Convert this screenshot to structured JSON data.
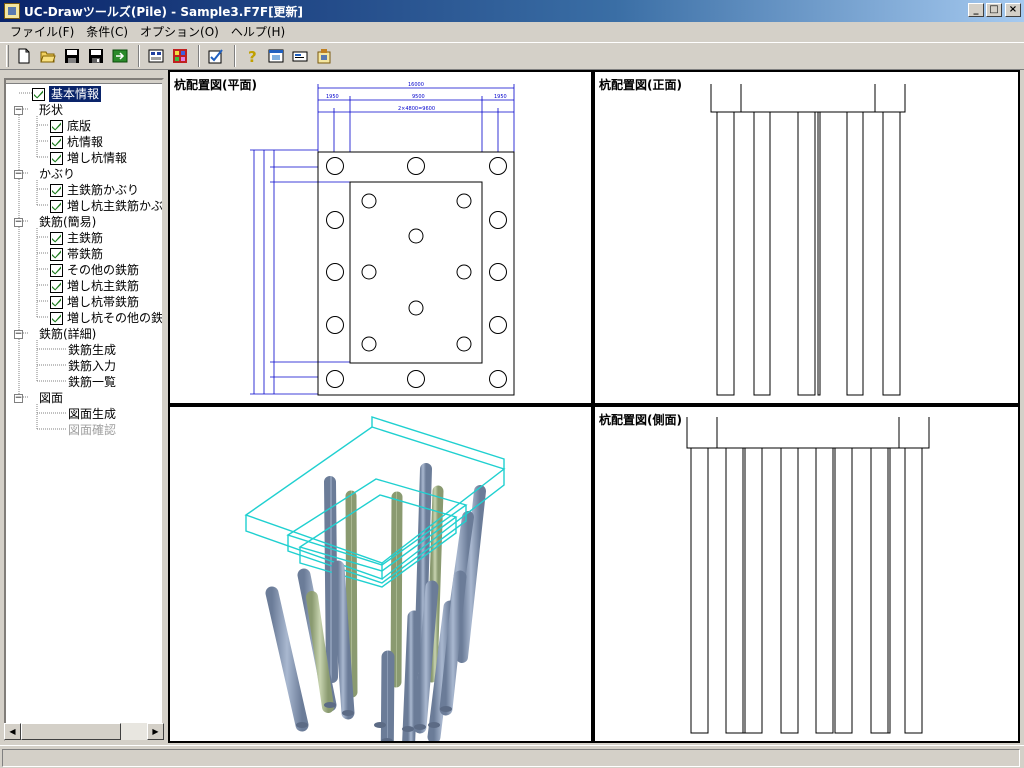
{
  "window": {
    "title": "UC-Drawツールズ(Pile) - Sample3.F7F[更新]",
    "minimize": "_",
    "maximize": "□",
    "close": "×"
  },
  "menu": [
    {
      "label": "ファイル(F)"
    },
    {
      "label": "条件(C)"
    },
    {
      "label": "オプション(O)"
    },
    {
      "label": "ヘルプ(H)"
    }
  ],
  "toolbar": {
    "icons": [
      "new-file-icon",
      "open-folder-icon",
      "save-icon",
      "save-as-icon",
      "export-icon",
      "layout-icon",
      "table-grid-icon",
      "edit-check-icon",
      "help-icon",
      "window-icon",
      "card-icon",
      "about-icon"
    ]
  },
  "tree": {
    "items": [
      {
        "label": "基本情報",
        "checked": true,
        "selected": true
      },
      {
        "label": "形状"
      },
      {
        "label": "底版",
        "checked": true
      },
      {
        "label": "杭情報",
        "checked": true
      },
      {
        "label": "増し杭情報",
        "checked": true
      },
      {
        "label": "かぶり"
      },
      {
        "label": "主鉄筋かぶり",
        "checked": true
      },
      {
        "label": "増し杭主鉄筋かぶり",
        "checked": true
      },
      {
        "label": "鉄筋(簡易)"
      },
      {
        "label": "主鉄筋",
        "checked": true
      },
      {
        "label": "帯鉄筋",
        "checked": true
      },
      {
        "label": "その他の鉄筋",
        "checked": true
      },
      {
        "label": "増し杭主鉄筋",
        "checked": true
      },
      {
        "label": "増し杭帯鉄筋",
        "checked": true
      },
      {
        "label": "増し杭その他の鉄筋",
        "checked": true
      },
      {
        "label": "鉄筋(詳細)"
      },
      {
        "label": "鉄筋生成"
      },
      {
        "label": "鉄筋入力"
      },
      {
        "label": "鉄筋一覧"
      },
      {
        "label": "図面"
      },
      {
        "label": "図面生成"
      },
      {
        "label": "図面確認",
        "disabled": true
      }
    ]
  },
  "views": {
    "plan": {
      "title": "杭配置図(平面)"
    },
    "front": {
      "title": "杭配置図(正面)"
    },
    "iso": {
      "title": ""
    },
    "side": {
      "title": "杭配置図(側面)"
    }
  },
  "colors": {
    "dimension": "#0000cc",
    "cap_outline": "#20d0d0",
    "pile_original": "#8ea0bd",
    "pile_added": "#b5c4a0",
    "selection": "#0a246a"
  },
  "status": {
    "text": ""
  }
}
